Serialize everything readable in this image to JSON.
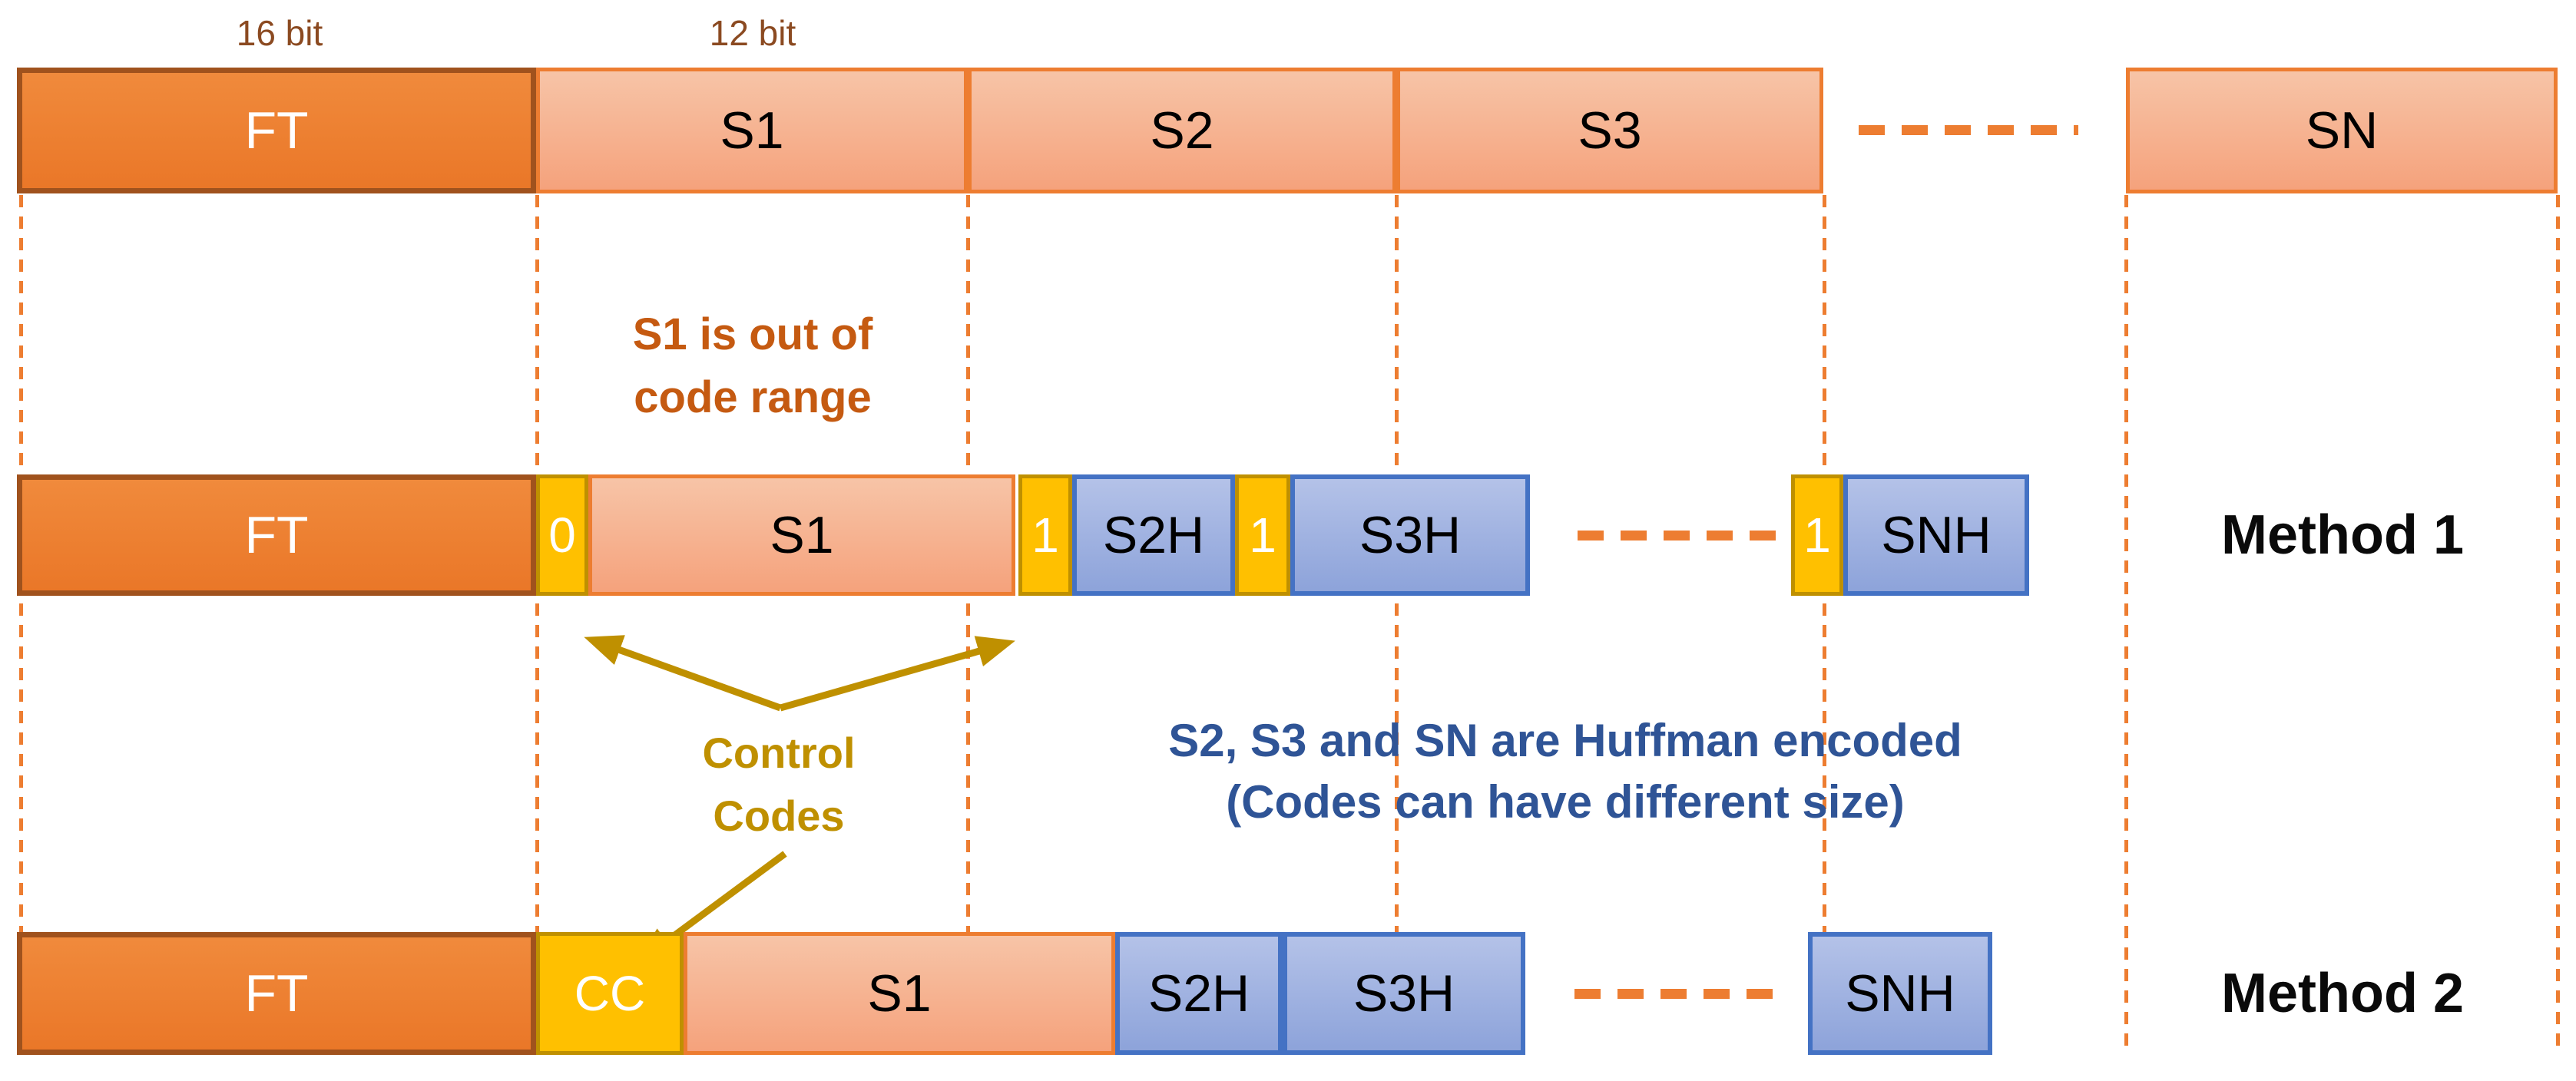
{
  "diagram": {
    "bit_labels": {
      "ft": "16 bit",
      "s1": "12 bit"
    },
    "frame_row": {
      "ft": "FT",
      "s1": "S1",
      "s2": "S2",
      "s3": "S3",
      "sn": "SN"
    },
    "method1": {
      "label": "Method 1",
      "ft": "FT",
      "ctrl0": "0",
      "s1": "S1",
      "ctrl1a": "1",
      "s2h": "S2H",
      "ctrl1b": "1",
      "s3h": "S3H",
      "ctrl1c": "1",
      "snh": "SNH"
    },
    "method2": {
      "label": "Method 2",
      "ft": "FT",
      "cc": "CC",
      "s1": "S1",
      "s2h": "S2H",
      "s3h": "S3H",
      "snh": "SNH"
    },
    "annotations": {
      "s1_range": [
        "S1 is out of",
        "code range"
      ],
      "control_codes": [
        "Control",
        "Codes"
      ],
      "huffman": [
        "S2, S3 and SN are Huffman encoded",
        "(Codes can have different size)"
      ]
    },
    "colors": {
      "ft_fill": "#ED7D31",
      "ft_border": "#A0521D",
      "sample_fill_top": "#F7C4A7",
      "sample_fill_bottom": "#F5A27C",
      "sample_border": "#ED7D31",
      "huffman_fill_top": "#B4C2E8",
      "huffman_fill_bottom": "#8DA3DA",
      "huffman_border": "#4472C4",
      "control_fill": "#FFC000",
      "control_border": "#BF9000",
      "dashed_line": "#ED7D31",
      "bit_label_text": "#8B4A21",
      "s1_range_text": "#C55A11",
      "control_text": "#BF9000",
      "huffman_text": "#2F5496",
      "method_text": "#0A0A0A"
    }
  }
}
